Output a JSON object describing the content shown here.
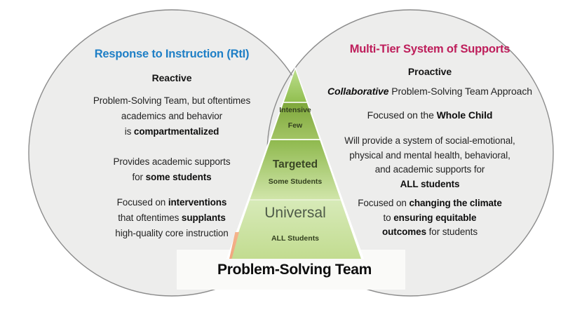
{
  "colors": {
    "left_title": "#1E7FC6",
    "right_title": "#BE1E5B",
    "circle_fill": "#EDEDEC",
    "circle_stroke": "#8C8C8C",
    "body_text": "#1D1D1D",
    "pyramid_green_dark": "#7FA83D",
    "pyramid_green_light": "#D7EAB8",
    "orange_accent": "#F0A67E"
  },
  "left_circle": {
    "title": "Response to Instruction (RtI)",
    "subtitle": "Reactive",
    "p1_line1": "Problem-Solving Team, but oftentimes",
    "p1_line2": "academics and behavior",
    "p1_line3_a": "is ",
    "p1_line3_b": "compartmentalized",
    "p2_line1": "Provides academic supports",
    "p2_line2_a": "for ",
    "p2_line2_b": "some students",
    "p3_line1_a": "Focused on ",
    "p3_line1_b": "interventions",
    "p3_line2_a": "that oftentimes ",
    "p3_line2_b": "supplants",
    "p3_line3": "high-quality core instruction"
  },
  "right_circle": {
    "title": "Multi-Tier System of Supports",
    "subtitle": "Proactive",
    "collab_bold": "Collaborative",
    "collab_rest": " Problem-Solving Team Approach",
    "focus_line_a": "Focused on the ",
    "focus_line_b": "Whole Child",
    "p1_line1": "Will provide a system of social-emotional,",
    "p1_line2": "physical and mental health, behavioral,",
    "p1_line3": "and academic supports for",
    "p1_line4": "ALL students",
    "p2_line1_a": "Focused on ",
    "p2_line1_b": "changing the climate",
    "p2_line2_a": "to ",
    "p2_line2_b": "ensuring equitable",
    "p2_line3_a": "outcomes",
    "p2_line3_b": " for students"
  },
  "pyramid": {
    "tiers": [
      {
        "label": "Intensive",
        "sublabel": "Few",
        "color": "#8FB44A"
      },
      {
        "label": "Targeted",
        "sublabel": "Some Students",
        "color": "#A9CC70"
      },
      {
        "label": "Universal",
        "sublabel": "ALL Students",
        "color": "#CFE5A9"
      }
    ],
    "footer": "Problem-Solving Team"
  }
}
